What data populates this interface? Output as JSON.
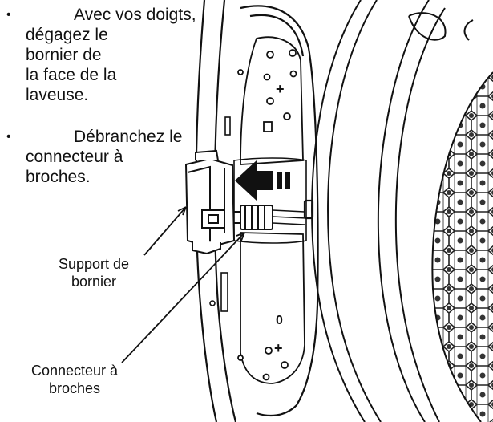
{
  "instructions": [
    {
      "bullet": "•",
      "lines": [
        "Avec vos doigts,",
        "dégagez le",
        "bornier de",
        "la face de la",
        "laveuse."
      ]
    },
    {
      "bullet": "•",
      "lines": [
        "Débranchez le",
        "connecteur à",
        "broches."
      ]
    }
  ],
  "callouts": {
    "terminal_support": [
      "Support de",
      "bornier"
    ],
    "pin_connector": [
      "Connecteur à",
      "broches"
    ]
  },
  "panel_marks": {
    "plus_top": "+",
    "plus_bottom": "+",
    "zero": "0"
  }
}
